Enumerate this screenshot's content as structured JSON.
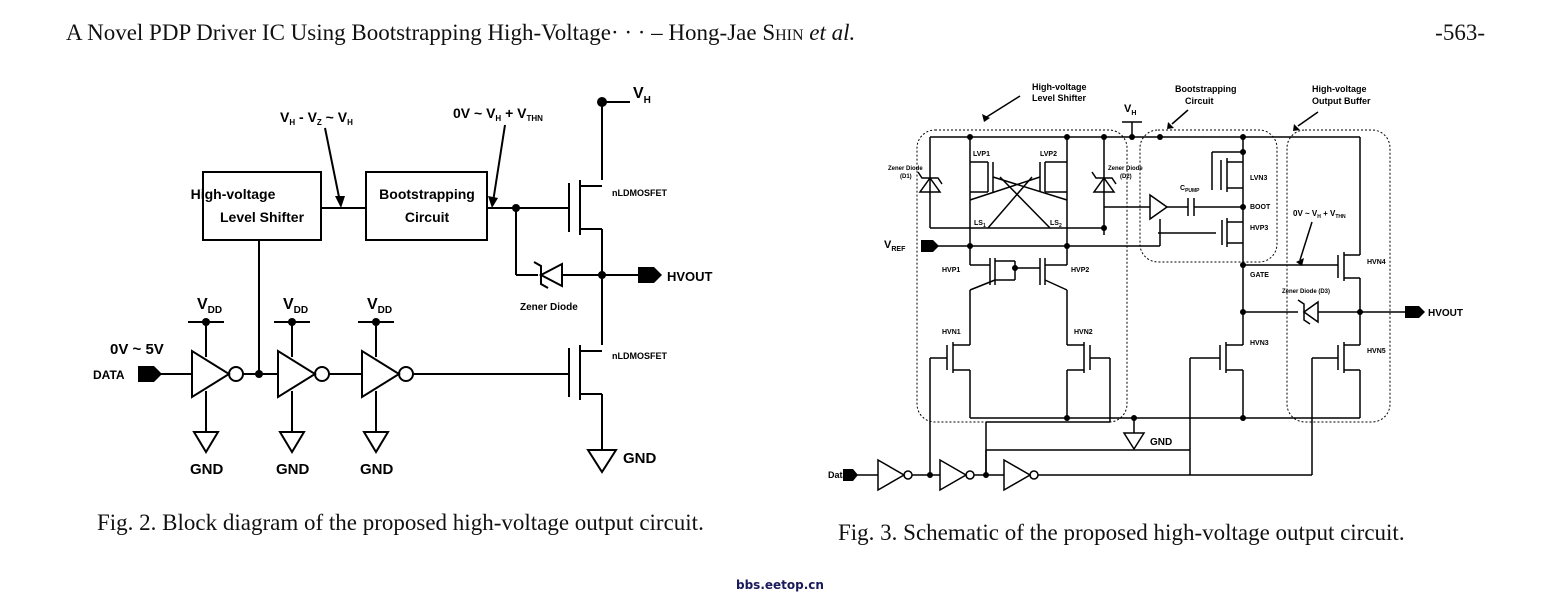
{
  "header": {
    "title_prefix": "A Novel PDP Driver IC Using Bootstrapping High-Voltage· · · – Hong-Jae ",
    "author_sc": "Shin",
    "author_suffix": " et al.",
    "page_number": "-563-"
  },
  "fig2": {
    "caption": "Fig. 2. Block diagram of the proposed high-voltage output circuit.",
    "level_shifter": [
      "High-voltage",
      "Level Shifter"
    ],
    "bootstrapping": [
      "Bootstrapping",
      "Circuit"
    ],
    "vh": "V",
    "vh_sub": "H",
    "label_vz": "V",
    "label_vz_sub1": "H",
    "label_vz_mid": " - V",
    "label_vz_sub2": "Z",
    "label_vz_end": " ~ V",
    "label_vz_sub3": "H",
    "label_thn": "0V ~ V",
    "label_thn_sub1": "H",
    "label_thn_mid": " + V",
    "label_thn_sub2": "THN",
    "nldmos_top": "nLDMOSFET",
    "nldmos_bot": "nLDMOSFET",
    "zener": "Zener Diode",
    "hvout": "HVOUT",
    "gnd": "GND",
    "vdd": "V",
    "vdd_sub": "DD",
    "input_range": "0V ~ 5V",
    "data": "DATA"
  },
  "fig3": {
    "caption": "Fig. 3.   Schematic of the proposed high-voltage output circuit.",
    "block_ls": [
      "High-voltage",
      "Level Shifter"
    ],
    "block_boot": [
      "Bootstrapping",
      "Circuit"
    ],
    "block_buf": [
      "High-voltage",
      "Output Buffer"
    ],
    "vh": "V",
    "vh_sub": "H",
    "vref": "V",
    "vref_sub": "REF",
    "lvp1": "LVP1",
    "lvp2": "LVP2",
    "lvn3": "LVN3",
    "hvp1": "HVP1",
    "hvp2": "HVP2",
    "hvp3": "HVP3",
    "hvn1": "HVN1",
    "hvn2": "HVN2",
    "hvn3": "HVN3",
    "hvn4": "HVN4",
    "hvn5": "HVN5",
    "ls1": "LS",
    "ls1_sub": "1",
    "ls2": "LS",
    "ls2_sub": "2",
    "zd1": [
      "Zener Diode",
      "(D1)"
    ],
    "zd2": [
      "Zener Diode",
      "(D2)"
    ],
    "zd3": "Zener Diode (D3)",
    "cpump": "C",
    "cpump_sub": "PUMP",
    "boot": "BOOT",
    "gate": "GATE",
    "range": "0V ~ V",
    "range_sub1": "H",
    "range_mid": " + V",
    "range_sub2": "THN",
    "hvout": "HVOUT",
    "gnd": "GND",
    "data": "Data"
  },
  "watermark": "bbs.eetop.cn"
}
